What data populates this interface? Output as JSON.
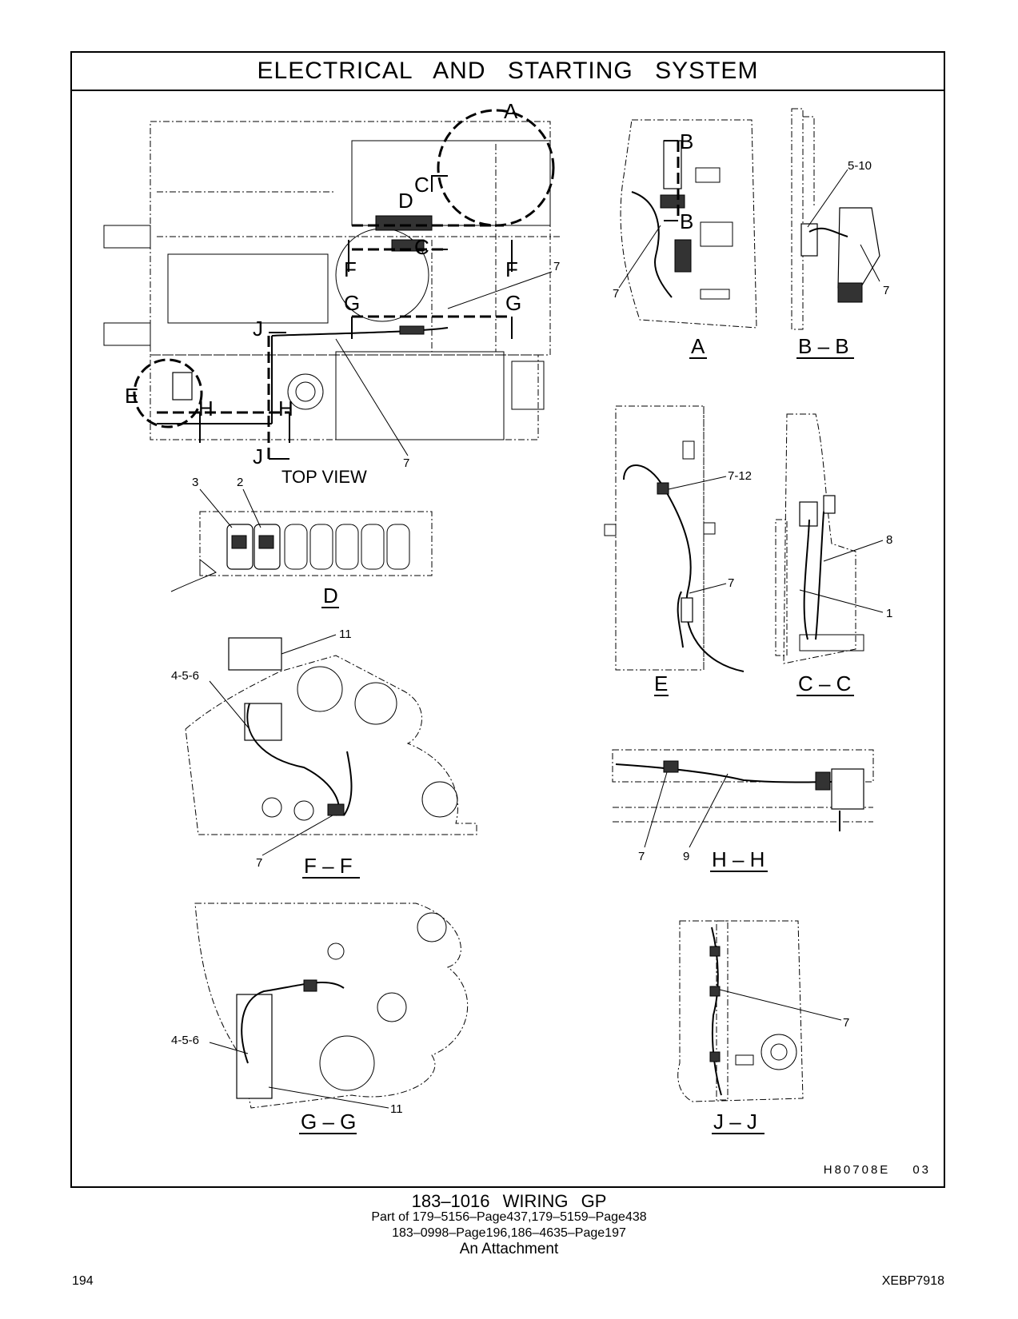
{
  "header": {
    "title": "ELECTRICAL AND STARTING SYSTEM"
  },
  "views": {
    "top_view": "TOP VIEW",
    "A": "A",
    "BB": "B – B",
    "D": "D",
    "E": "E",
    "CC": "C – C",
    "FF": "F – F",
    "HH": "H – H",
    "GG": "G – G",
    "JJ": "J – J"
  },
  "section_markers": {
    "A": "A",
    "B": "B",
    "C": "C",
    "D": "D",
    "E": "E",
    "F": "F",
    "G": "G",
    "H": "H",
    "J": "J"
  },
  "callouts": {
    "c7": "7",
    "c510": "5-10",
    "c3": "3",
    "c2": "2",
    "c712": "7-12",
    "c8": "8",
    "c1": "1",
    "c11": "11",
    "c456": "4-5-6",
    "c9": "9"
  },
  "drawing_id": {
    "code": "H80708E",
    "rev": "03"
  },
  "footer": {
    "title": "183–1016   WIRING  GP",
    "line1": "Part of 179–5156–Page437,179–5159–Page438",
    "line2": "183–0998–Page196,186–4635–Page197",
    "line3": "An Attachment",
    "page_number": "194",
    "doc_code": "XEBP7918"
  }
}
